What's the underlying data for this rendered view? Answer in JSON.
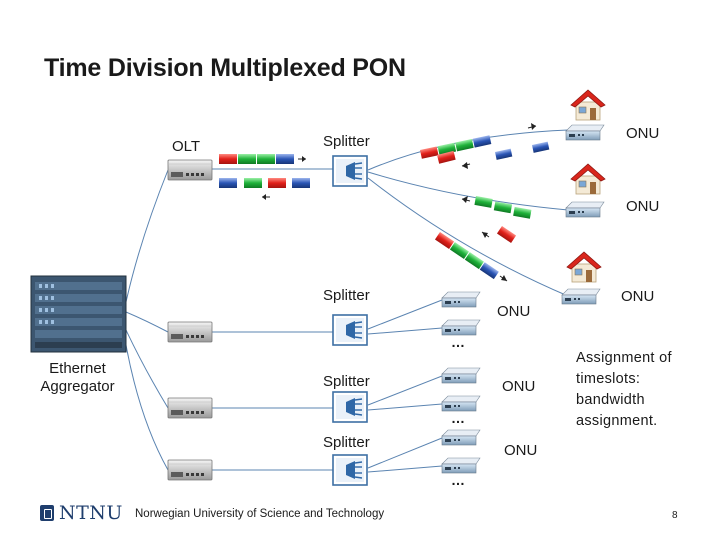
{
  "title": "Time Division Multiplexed PON",
  "labels": {
    "olt": "OLT",
    "splitter": "Splitter",
    "onu": "ONU",
    "ethernet_aggregator_line1": "Ethernet",
    "ethernet_aggregator_line2": "Aggregator",
    "ellipsis": "…"
  },
  "note": "Assignment of timeslots: bandwidth assignment.",
  "footer": {
    "university": "Norwegian University of Science and Technology",
    "logo": "NTNU",
    "page": "8"
  },
  "colors": {
    "fiber": "#5b84b1",
    "red": "#e1201a",
    "green": "#1fb23a",
    "blue": "#2a55b5",
    "roof": "#d9261c"
  }
}
